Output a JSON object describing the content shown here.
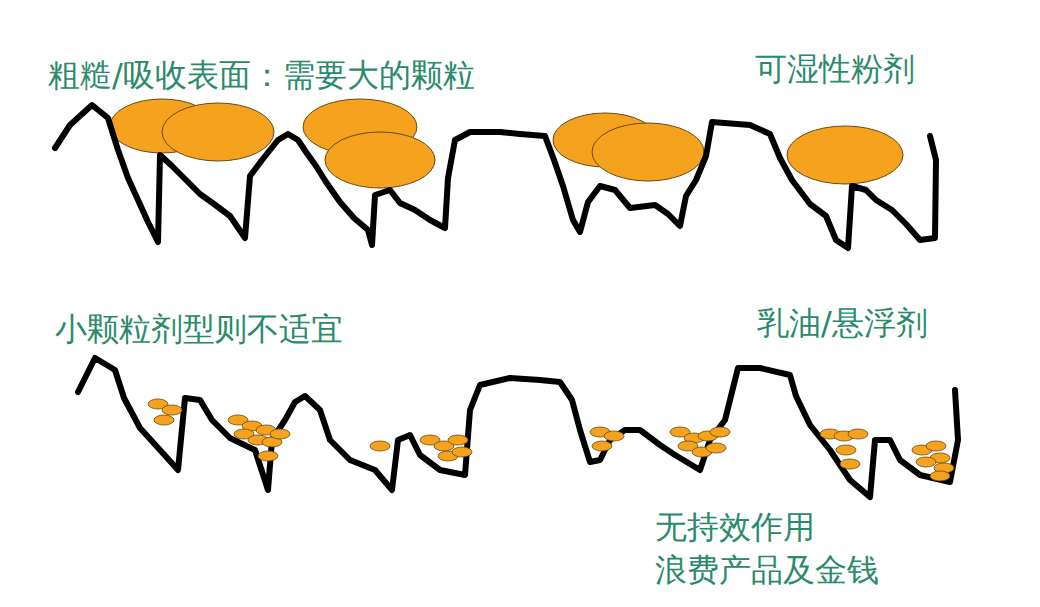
{
  "diagram": {
    "labels": [
      "粗糙/吸收表面：需要大的颗粒",
      "可湿性粉剂",
      "小颗粒剂型则不适宜",
      "乳油/悬浮剂",
      "无持效作用",
      "浪费产品及金钱"
    ]
  }
}
